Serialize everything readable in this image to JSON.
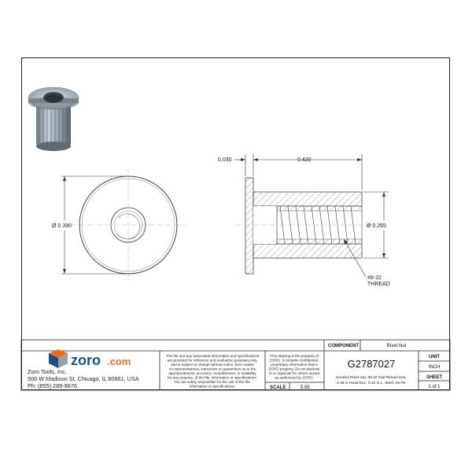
{
  "drawing": {
    "dims": {
      "flange_thickness": "0.030",
      "length": "0.420",
      "head_diameter": "Ø 0.390",
      "body_diameter": "Ø 0.265",
      "thread": "#8-32",
      "thread_sub": "THREAD"
    }
  },
  "brand": {
    "logo_text": "zoro",
    "logo_suffix": ".com",
    "company": "Zoro Tools, Inc.",
    "address": "500 W Madison St, Chicago, IL 60661, USA",
    "phone": "Ph: (855) 289-9676",
    "colors": {
      "primary": "#1a4f8a",
      "accent": "#f26b21",
      "gray": "#9aa3ad"
    }
  },
  "disclaimer": [
    "This file and any associated information and specifications",
    "are provided for reference and evaluation purposes only,",
    "and is subject to change without notice. Zoro makes",
    "no representations, warranties or guarantees as to the",
    "appropriateness, accuracy, completeness, or suitability",
    "for any purpose, of the file, information or specifications.",
    "You are solely responsible for the use of the file,",
    "information or specifications."
  ],
  "property_notice": [
    "This drawing is the property of",
    "ZORO. It contains confidential,",
    "proprietary information that is",
    "ZORO property. Do not disclose",
    "to or duplicate for others except",
    "as authorized by ZORO."
  ],
  "title_block": {
    "component_label": "COMPONENT",
    "component_value": "Rivet Nut",
    "part_number": "G2787027",
    "description_line1": "Knurled Rivet Nut, #8-32 Dia/Thread Size,",
    "description_line2": "0.39 in Head Dia., 0.42 in L, Steel, 25 PK",
    "unit_label": "UNIT",
    "unit_value": "INCH",
    "sheet_label": "SHEET",
    "sheet_value": "1 of 1",
    "scale_label": "SCALE",
    "scale_value": "5.95"
  }
}
